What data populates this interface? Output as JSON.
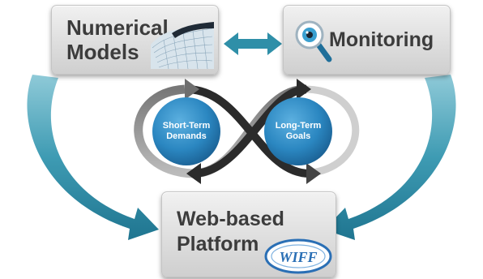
{
  "boxes": {
    "numerical_models": "Numerical\nModels",
    "monitoring": "Monitoring",
    "web_platform": "Web-based\nPlatform"
  },
  "circles": {
    "short_term": "Short-Term\nDemands",
    "long_term": "Long-Term\nGoals"
  },
  "logo_text": "WIFF",
  "colors": {
    "teal_arrow": "#2f8fa8",
    "circle_blue": "#2b87c1",
    "box_text": "#3c3c3c",
    "loop_dark": "#2b2b2b"
  },
  "icons": {
    "models": "mesh-wave-icon",
    "monitoring": "magnifier-eye-icon",
    "exchange": "double-arrow-icon"
  }
}
